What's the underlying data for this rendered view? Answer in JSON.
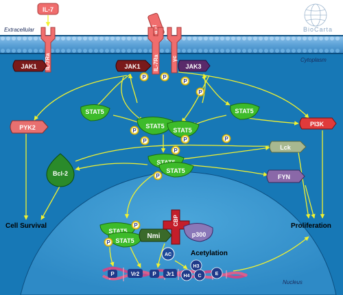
{
  "labels": {
    "extracellular": "Extracellular",
    "cytoplasm": "Cytoplasm",
    "nucleus": "Nucleus",
    "brand": "BioCarta",
    "cell_survival": "Cell Survival",
    "proliferation": "Proliferation",
    "acetylation": "Acetylation"
  },
  "receptor": {
    "ligand": "IL-7",
    "ligand2": "IL-7",
    "chain1": "IL-7Ra",
    "chain2": "IL-7Ra",
    "gamma": "γc"
  },
  "nodes": {
    "jak1_left": "JAK1",
    "jak1": "JAK1",
    "jak3": "JAK3",
    "pyk2": "PYK2",
    "pi3k": "PI3K",
    "lck": "Lck",
    "fyn": "FYN",
    "bcl2": "Bcl-2",
    "stat5_a": "STAT5",
    "stat5_b": "STAT5",
    "stat5_c": "STAT5",
    "stat5_d": "STAT5",
    "stat5_e": "STAT5",
    "stat5_f": "STAT5",
    "stat5_g": "STAT5",
    "stat5_h": "STAT5",
    "nmi": "Nmi",
    "cbp": "CBP",
    "p300": "p300",
    "ac": "AC",
    "h3": "H3",
    "h4": "H4",
    "c": "C",
    "e": "E",
    "dna_p1": "P",
    "dna_vr2": "Vr2",
    "dna_p2": "P",
    "dna_jr1": "Jr1"
  },
  "phospho": "P",
  "colors": {
    "cytoplasm": "#1778b6",
    "nucleus": "#3d9ad0",
    "membrane": "#0b4e80",
    "receptor": "#f06d6d",
    "stat5": "#3dbb2a",
    "arrow": "#f2f230"
  }
}
